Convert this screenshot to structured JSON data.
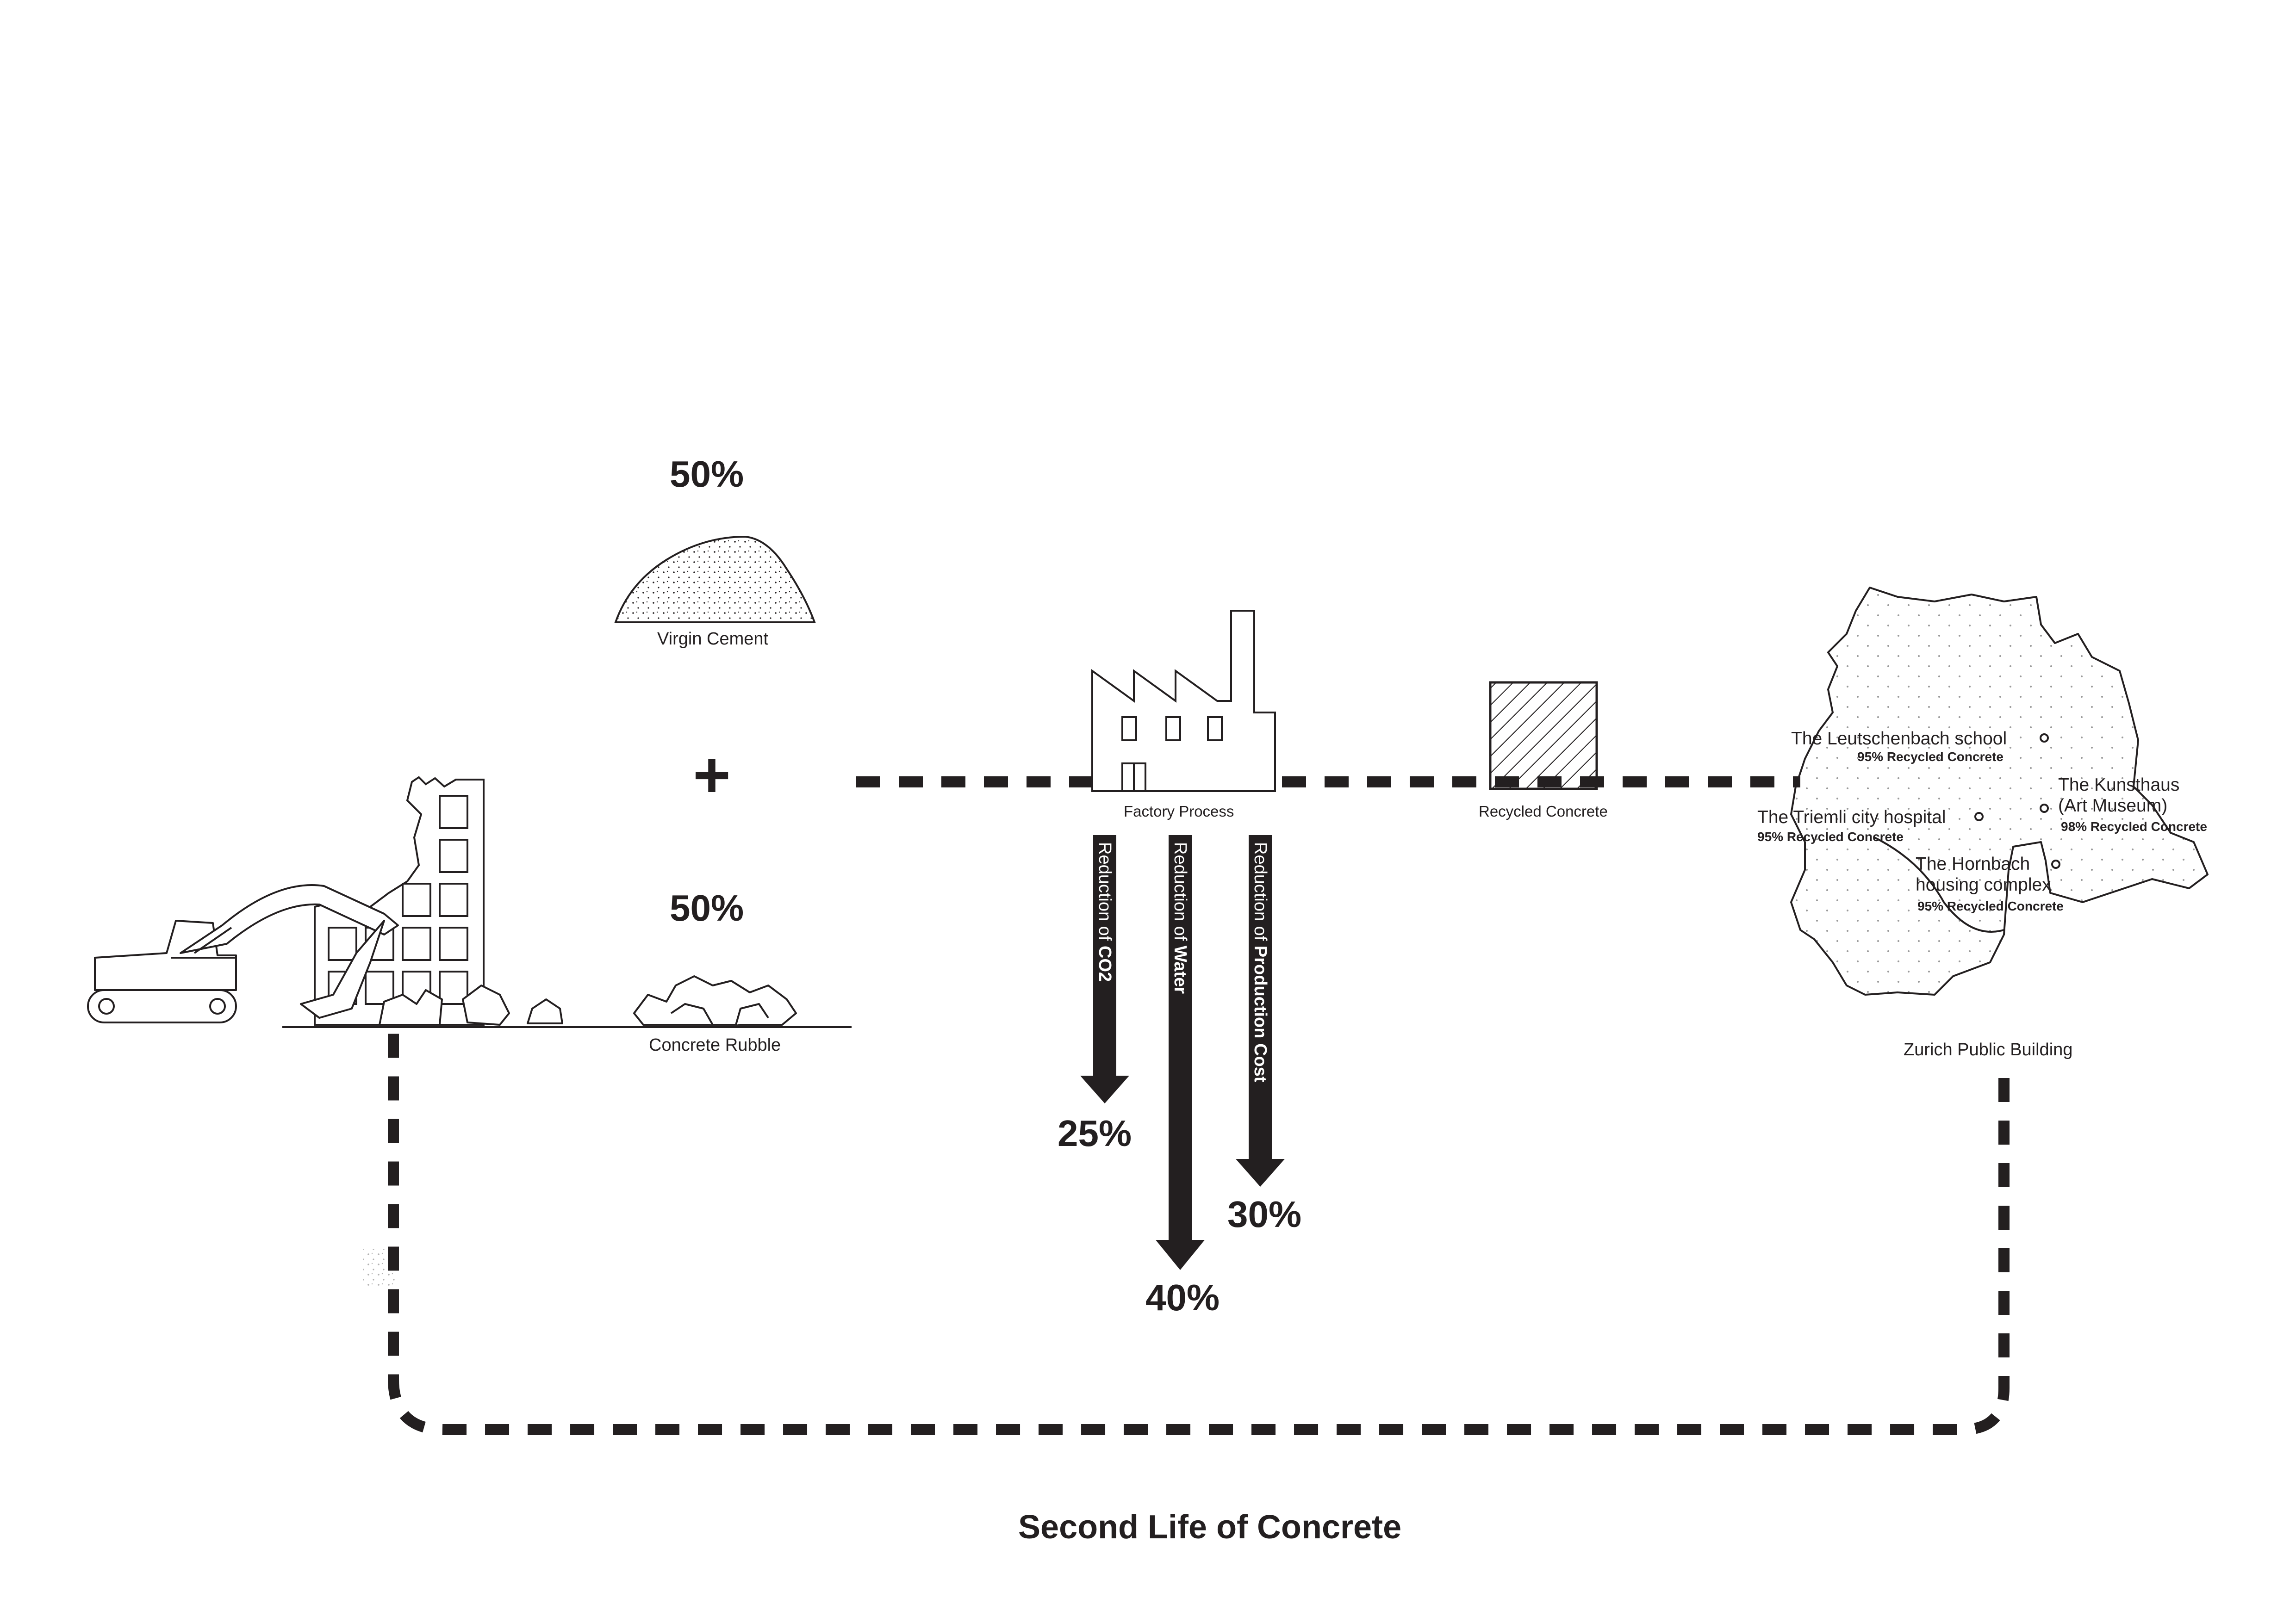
{
  "title": "Second Life of Concrete",
  "colors": {
    "ink": "#231f20",
    "background": "#ffffff"
  },
  "inputs": {
    "virgin_cement": {
      "percent": "50%",
      "label": "Virgin Cement"
    },
    "concrete_rubble": {
      "percent": "50%",
      "label": "Concrete Rubble"
    },
    "plus_sign": "+"
  },
  "process": {
    "factory_label": "Factory Process",
    "product_label": "Recycled Concrete"
  },
  "reductions": [
    {
      "prefix": "Reduction of ",
      "subject": "CO2",
      "value": "25%"
    },
    {
      "prefix": "Reduction of ",
      "subject": "Water",
      "value": "40%"
    },
    {
      "prefix": "Reduction of ",
      "subject": "Production Cost",
      "value": "30%"
    }
  ],
  "destination": {
    "label": "Zurich Public Building",
    "buildings": [
      {
        "name": "The Leutschenbach school",
        "share": "95% Recycled Concrete"
      },
      {
        "name": "The Triemli city hospital",
        "share": "95% Recycled Concrete"
      },
      {
        "name": "The Kunsthaus\n(Art Museum)",
        "share": "98% Recycled Concrete"
      },
      {
        "name": "The Hornbach\nhousing complex",
        "share": "95% Recycled Concrete"
      }
    ]
  },
  "icons": [
    "excavator-icon",
    "building-icon",
    "cement-pile-icon",
    "rubble-icon",
    "factory-icon",
    "concrete-block-icon",
    "zurich-map-icon"
  ]
}
